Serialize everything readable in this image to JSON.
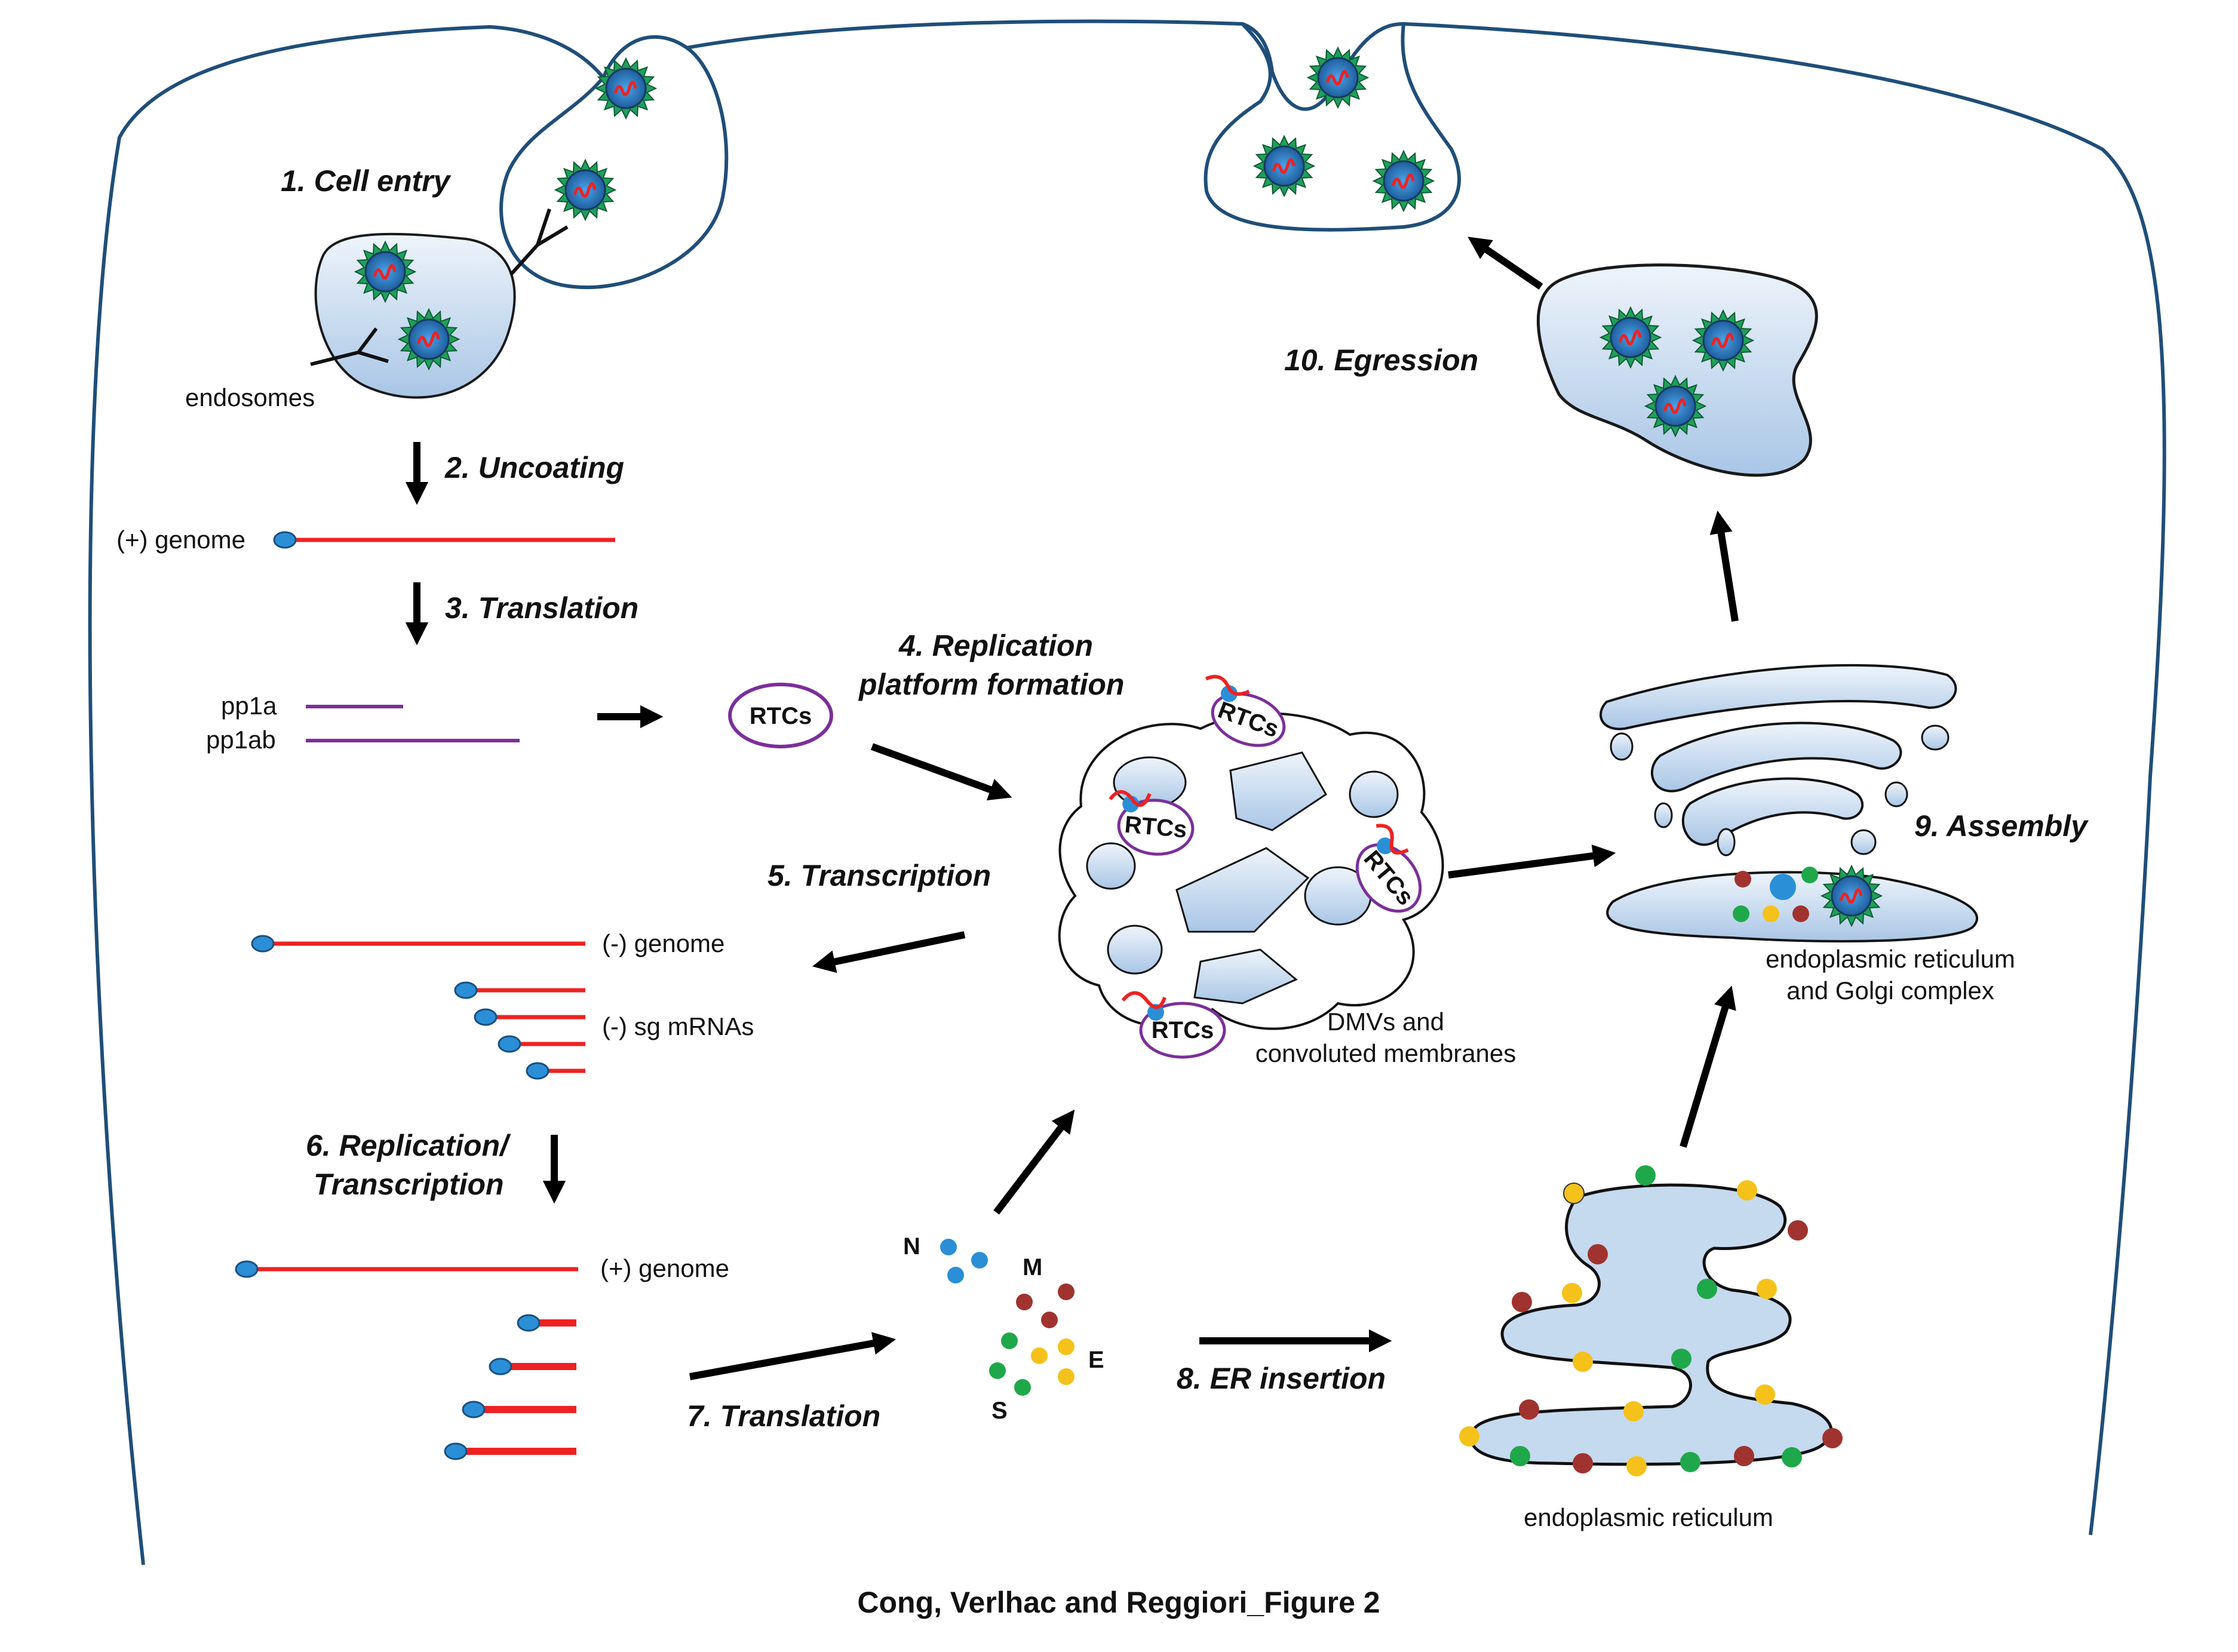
{
  "steps": {
    "s1": "1. Cell entry",
    "s2": "2. Uncoating",
    "s3": "3. Translation",
    "s4a": "4. Replication",
    "s4b": "platform formation",
    "s5": "5. Transcription",
    "s6a": "6. Replication/",
    "s6b": "Transcription",
    "s7": "7. Translation",
    "s8": "8. ER insertion",
    "s9": "9. Assembly",
    "s10": "10. Egression"
  },
  "labels": {
    "endosomes": "endosomes",
    "plus_genome_1": "(+) genome",
    "pp1a": "pp1a",
    "pp1ab": "pp1ab",
    "rtcs": "RTCs",
    "minus_genome": "(-) genome",
    "minus_sg": "(-) sg mRNAs",
    "plus_genome_2": "(+) genome",
    "dmv_1": "DMVs and",
    "dmv_2": "convoluted membranes",
    "ergic_1": "endoplasmic reticulum",
    "ergic_2": "and Golgi complex",
    "er": "endoplasmic reticulum"
  },
  "proteins": {
    "N": "N",
    "M": "M",
    "E": "E",
    "S": "S"
  },
  "caption": "Cong, Verlhac and Reggiori_Figure 2",
  "colors": {
    "membrane": "#1f4e79",
    "rna": "#ee2222",
    "cap": "#2a8fd6",
    "polyprotein": "#7b2f9a",
    "vesicle_fill": "#c5d9ef",
    "N": "#2a8fd6",
    "M": "#a0332f",
    "E": "#f5c21b",
    "S": "#1fa84a",
    "virion_spikes": "#1fa05a"
  }
}
